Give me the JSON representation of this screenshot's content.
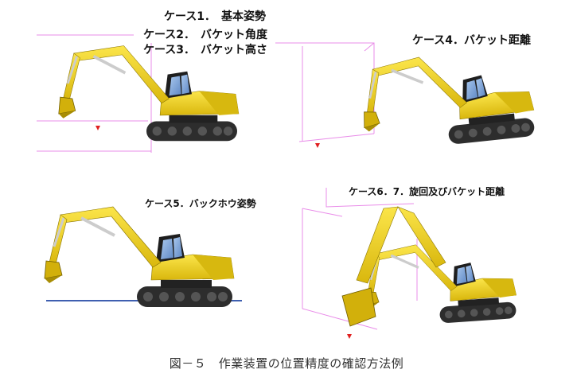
{
  "labels": {
    "case1": "ケース1．　基本姿勢",
    "case2": "ケース2．　バケット角度",
    "case3": "ケース3．　バケット高さ",
    "case4": "ケース4．バケット距離",
    "case5": "ケース5．バックホウ姿勢",
    "case6": "ケース6．7．旋回及びバケット距離"
  },
  "caption": "図－５　作業装置の位置精度の確認方法例",
  "colors": {
    "body_yellow": "#f0d31c",
    "body_dark": "#c9a90a",
    "track": "#333333",
    "cab_window": "#7fa8d8",
    "guide_line": "#e98ce9",
    "marker": "#e02020",
    "ground": "#3f5fb0"
  }
}
